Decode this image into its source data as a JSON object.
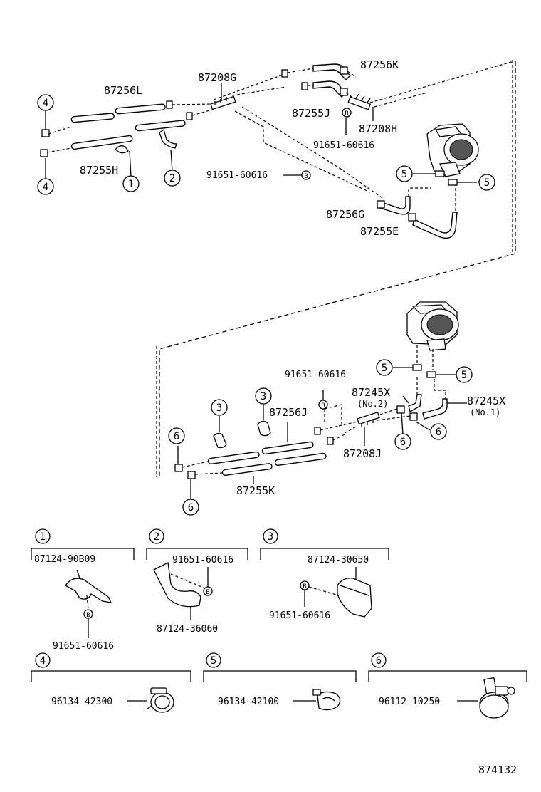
{
  "labels": {
    "p87256L": "87256L",
    "p87255H": "87255H",
    "p87208G": "87208G",
    "p87256K": "87256K",
    "p87255J": "87255J",
    "p87208H": "87208H",
    "bolt_top": "91651-60616",
    "bolt_mid": "91651-60616",
    "p87256G": "87256G",
    "p87255E": "87255E",
    "bolt_lower": "91651-60616",
    "p87245X_2": "87245X",
    "no2": "(No.2)",
    "p87245X_1": "87245X",
    "no1": "(No.1)",
    "p87256J": "87256J",
    "p87208J": "87208J",
    "p87255K": "87255K"
  },
  "callouts": {
    "c1": "1",
    "c2": "2",
    "c3": "3",
    "c4": "4",
    "c5": "5",
    "c6": "6",
    "bolt": "B"
  },
  "detail_boxes": {
    "box1": {
      "ref": "1",
      "part": "87124-90B09",
      "bolt": "91651-60616"
    },
    "box2": {
      "ref": "2",
      "bolt": "91651-60616",
      "part": "87124-36060"
    },
    "box3": {
      "ref": "3",
      "part": "87124-30650",
      "bolt": "91651-60616"
    },
    "box4": {
      "ref": "4",
      "part": "96134-42300"
    },
    "box5": {
      "ref": "5",
      "part": "96134-42100"
    },
    "box6": {
      "ref": "6",
      "part": "96112-10250"
    }
  },
  "diagram_id": "874132"
}
